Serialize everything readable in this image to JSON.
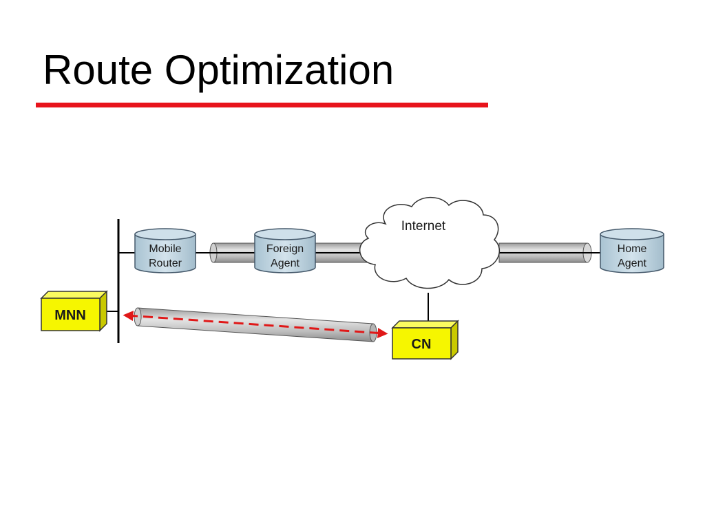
{
  "slide": {
    "title": "Route Optimization"
  },
  "colors": {
    "title_rule": "#e8141c",
    "cylinder_fill": "#bcd3e0",
    "box_fill": "#f6f600",
    "tunnel_fill": "#c9c9c9",
    "route_dash": "#e01818",
    "cloud_fill": "#ffffff"
  },
  "diagram": {
    "mobile_router": {
      "line1": "Mobile",
      "line2": "Router"
    },
    "foreign_agent": {
      "line1": "Foreign",
      "line2": "Agent"
    },
    "home_agent": {
      "line1": "Home",
      "line2": "Agent"
    },
    "internet": {
      "label": "Internet"
    },
    "mnn": {
      "label": "MNN"
    },
    "cn": {
      "label": "CN"
    }
  }
}
